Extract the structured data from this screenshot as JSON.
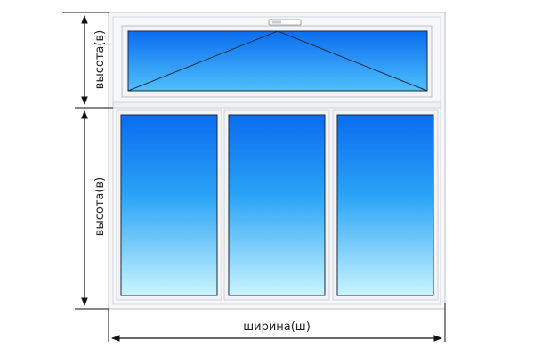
{
  "labels": {
    "transom_height": "высота(в)",
    "lower_height": "высота(в)",
    "width": "ширина(ш)"
  },
  "colors": {
    "glass_top": "#0a73f0",
    "glass_bottom": "#c8f4ff",
    "frame": "#f6f7f8",
    "frame_edge": "#b9bfc6",
    "line": "#111111"
  },
  "icons": {
    "transom_handle": "window-handle-icon"
  }
}
